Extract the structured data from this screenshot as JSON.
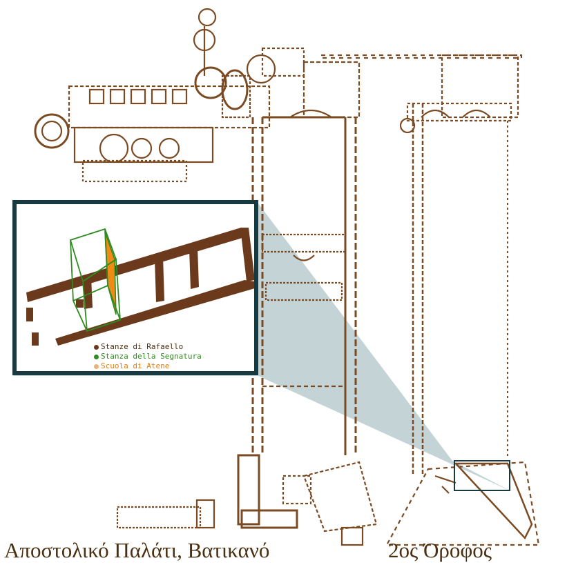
{
  "captions": {
    "left": "Αποστολικό Παλάτι, Βατικανό",
    "right": "2ος Όροφος"
  },
  "inset": {
    "legend": [
      {
        "label": "Stanze di Rafaello",
        "color": "#6b3a1c",
        "text_color": "#4a2f10"
      },
      {
        "label": "Stanza della Segnatura",
        "color": "#2e8b1f",
        "text_color": "#2e8b1f"
      },
      {
        "label": "Scuola di Atene",
        "color": "#e8b27a",
        "text_color": "#e07e10"
      }
    ]
  },
  "colors": {
    "plan": "#7a4a22",
    "wall": "#6b3a1c",
    "frame": "#163a3f",
    "highlight_box": "#163a3f",
    "projection": "#b9cbcf",
    "segnatura": "#2e8b1f",
    "atene": "#f08a16"
  }
}
